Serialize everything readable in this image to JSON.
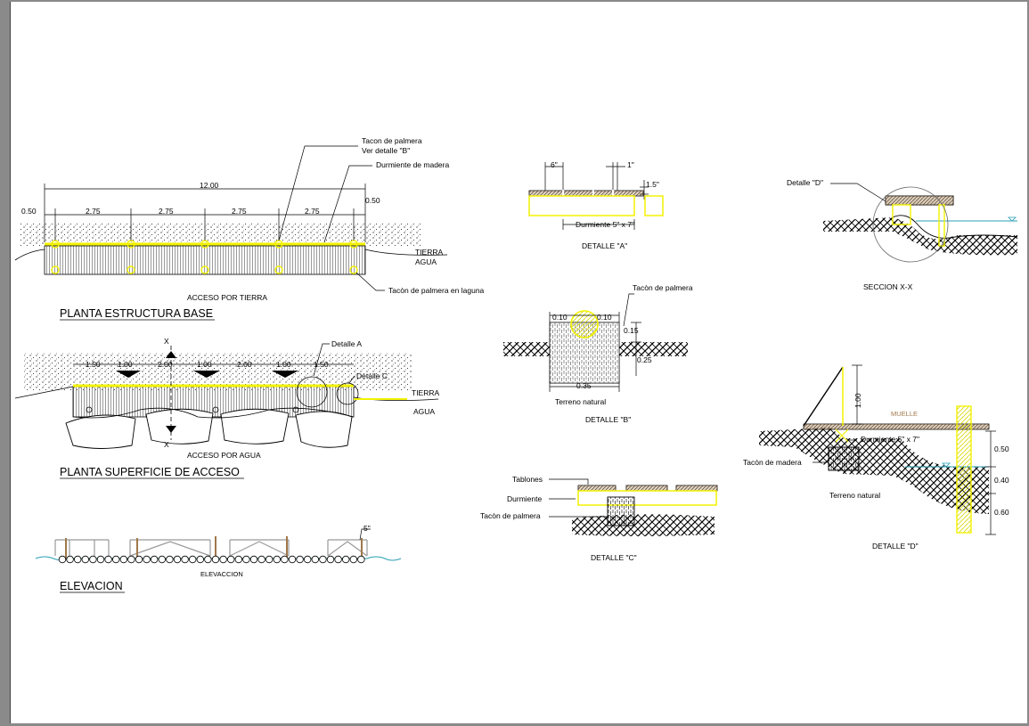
{
  "colors": {
    "accent": "#f2f200",
    "water": "#2a9fb5",
    "wood": "#a0784a",
    "ink": "#000000",
    "paper": "#ffffff"
  },
  "plan_base": {
    "title": "PLANTA ESTRUCTURA BASE",
    "access_label": "ACCESO POR TIERRA",
    "total": "12.00",
    "segments": [
      "0.50",
      "2.75",
      "2.75",
      "2.75",
      "2.75",
      "0.50"
    ],
    "callout_tacon": "Tacon de palmera",
    "callout_ver": "Ver detalle \"B\"",
    "callout_durmiente": "Durmiente de madera",
    "callout_laguna": "Tacòn de palmera en laguna",
    "land": "TIERRA",
    "water": "AGUA"
  },
  "plan_surface": {
    "title": "PLANTA SUPERFICIE DE ACCESO",
    "access_label": "ACCESO POR AGUA",
    "segments": [
      "1.50",
      "1.00",
      "2.00",
      "1.00",
      "2.00",
      "1.00",
      "1.50"
    ],
    "section_mark": "X",
    "detalle_a": "Detalle A",
    "detalle_c": "Detalle C",
    "land": "TIERRA",
    "water": "AGUA"
  },
  "elevation": {
    "title": "ELEVACION",
    "label": "ELEVACCION",
    "dim": "5\""
  },
  "detail_a": {
    "title": "DETALLE \"A\"",
    "dim_6": "6\"",
    "dim_1": "1\"",
    "dim_15": "1.5\"",
    "durmiente": "Durmiente 5\" x 7\""
  },
  "detail_b": {
    "title": "DETALLE \"B\"",
    "tacon": "Tacòn de palmera",
    "d010a": "0.10",
    "d010b": "0.10",
    "d015": "0.15",
    "d025": "0.25",
    "d035": "0.35",
    "terreno": "Terreno natural"
  },
  "detail_c": {
    "title": "DETALLE \"C\"",
    "tablones": "Tablones",
    "durmiente": "Durmiente",
    "tacon": "Tacòn de palmera"
  },
  "section_xx": {
    "title": "SECCION X-X",
    "detalle_d": "Detalle \"D\""
  },
  "detail_d": {
    "title": "DETALLE \"D\"",
    "muelle": "MUELLE",
    "dim100": "1.00",
    "durmiente": "Durmiente 5\" x 7\"",
    "tacon": "Tacòn de madera",
    "terreno": "Terreno natural",
    "d050": "0.50",
    "d040": "0.40",
    "d060": "0.60"
  }
}
